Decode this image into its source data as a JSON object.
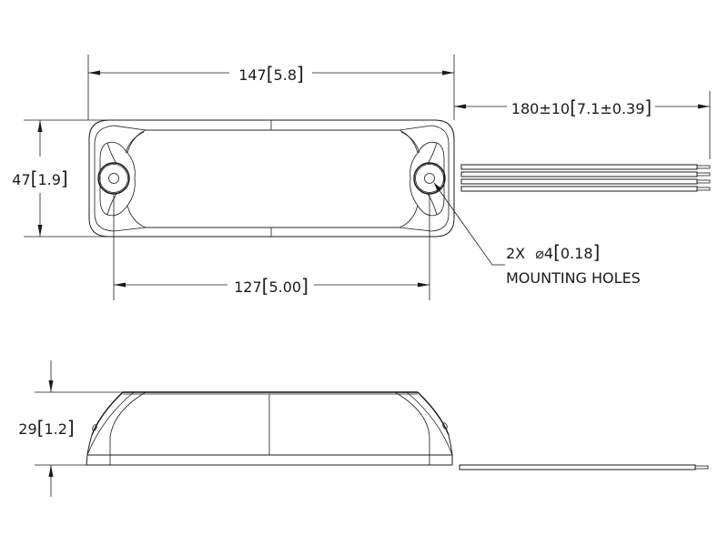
{
  "drawing": {
    "top_view": {
      "overall_length": {
        "value": "147",
        "inch": "5.8"
      },
      "height": {
        "value": "47",
        "inch": "1.9"
      },
      "hole_spacing": {
        "value": "127",
        "inch": "5.00"
      },
      "cable_length": {
        "value": "180±10",
        "inch": "7.1±0.39"
      },
      "hole_callout": {
        "line1_qty": "2X",
        "line1_symbol": "⌀",
        "line1_value": "4",
        "line1_inch": "0.18",
        "line2": "MOUNTING HOLES"
      },
      "wire_count": 4
    },
    "side_view": {
      "thickness": {
        "value": "29",
        "inch": "1.2"
      },
      "wire_count": 1
    },
    "colors": {
      "line": "#1a1a1a",
      "background": "#ffffff"
    }
  }
}
